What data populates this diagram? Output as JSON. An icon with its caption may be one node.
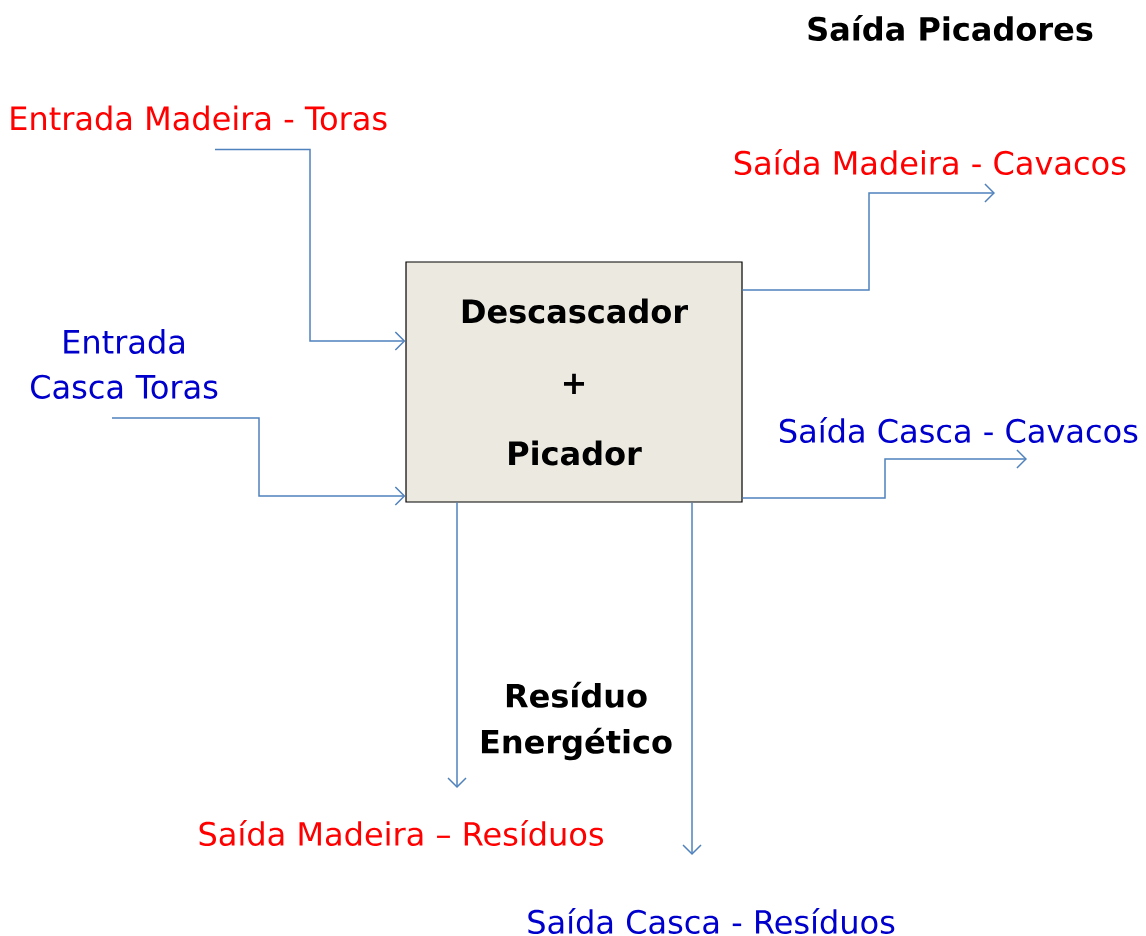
{
  "diagram": {
    "title": "Saída Picadores",
    "nodes": [
      {
        "text": [
          "Descascador",
          "+",
          "Picador"
        ]
      },
      {
        "text": [
          "Entrada Madeira - Toras"
        ]
      },
      {
        "text": [
          "Entrada Casca Toras"
        ]
      },
      {
        "text": [
          "Saída Madeira - Cavacos"
        ]
      },
      {
        "text": [
          "Saída Casca - Cavacos"
        ]
      },
      {
        "text": [
          "Saída Madeira – Resíduos"
        ]
      },
      {
        "text": [
          "Saída Casca - Resíduos"
        ]
      }
    ],
    "edges": [
      {
        "from": 1,
        "to": 0,
        "arrow": "to"
      },
      {
        "from": 2,
        "to": 0,
        "arrow": "to"
      },
      {
        "from": 0,
        "to": 3,
        "arrow": "to"
      },
      {
        "from": 0,
        "to": 4,
        "arrow": "to"
      },
      {
        "from": 0,
        "to": 5,
        "arrow": "to"
      },
      {
        "from": 0,
        "to": 6,
        "arrow": "to"
      }
    ],
    "labels": [
      "Resíduo Energético"
    ]
  }
}
